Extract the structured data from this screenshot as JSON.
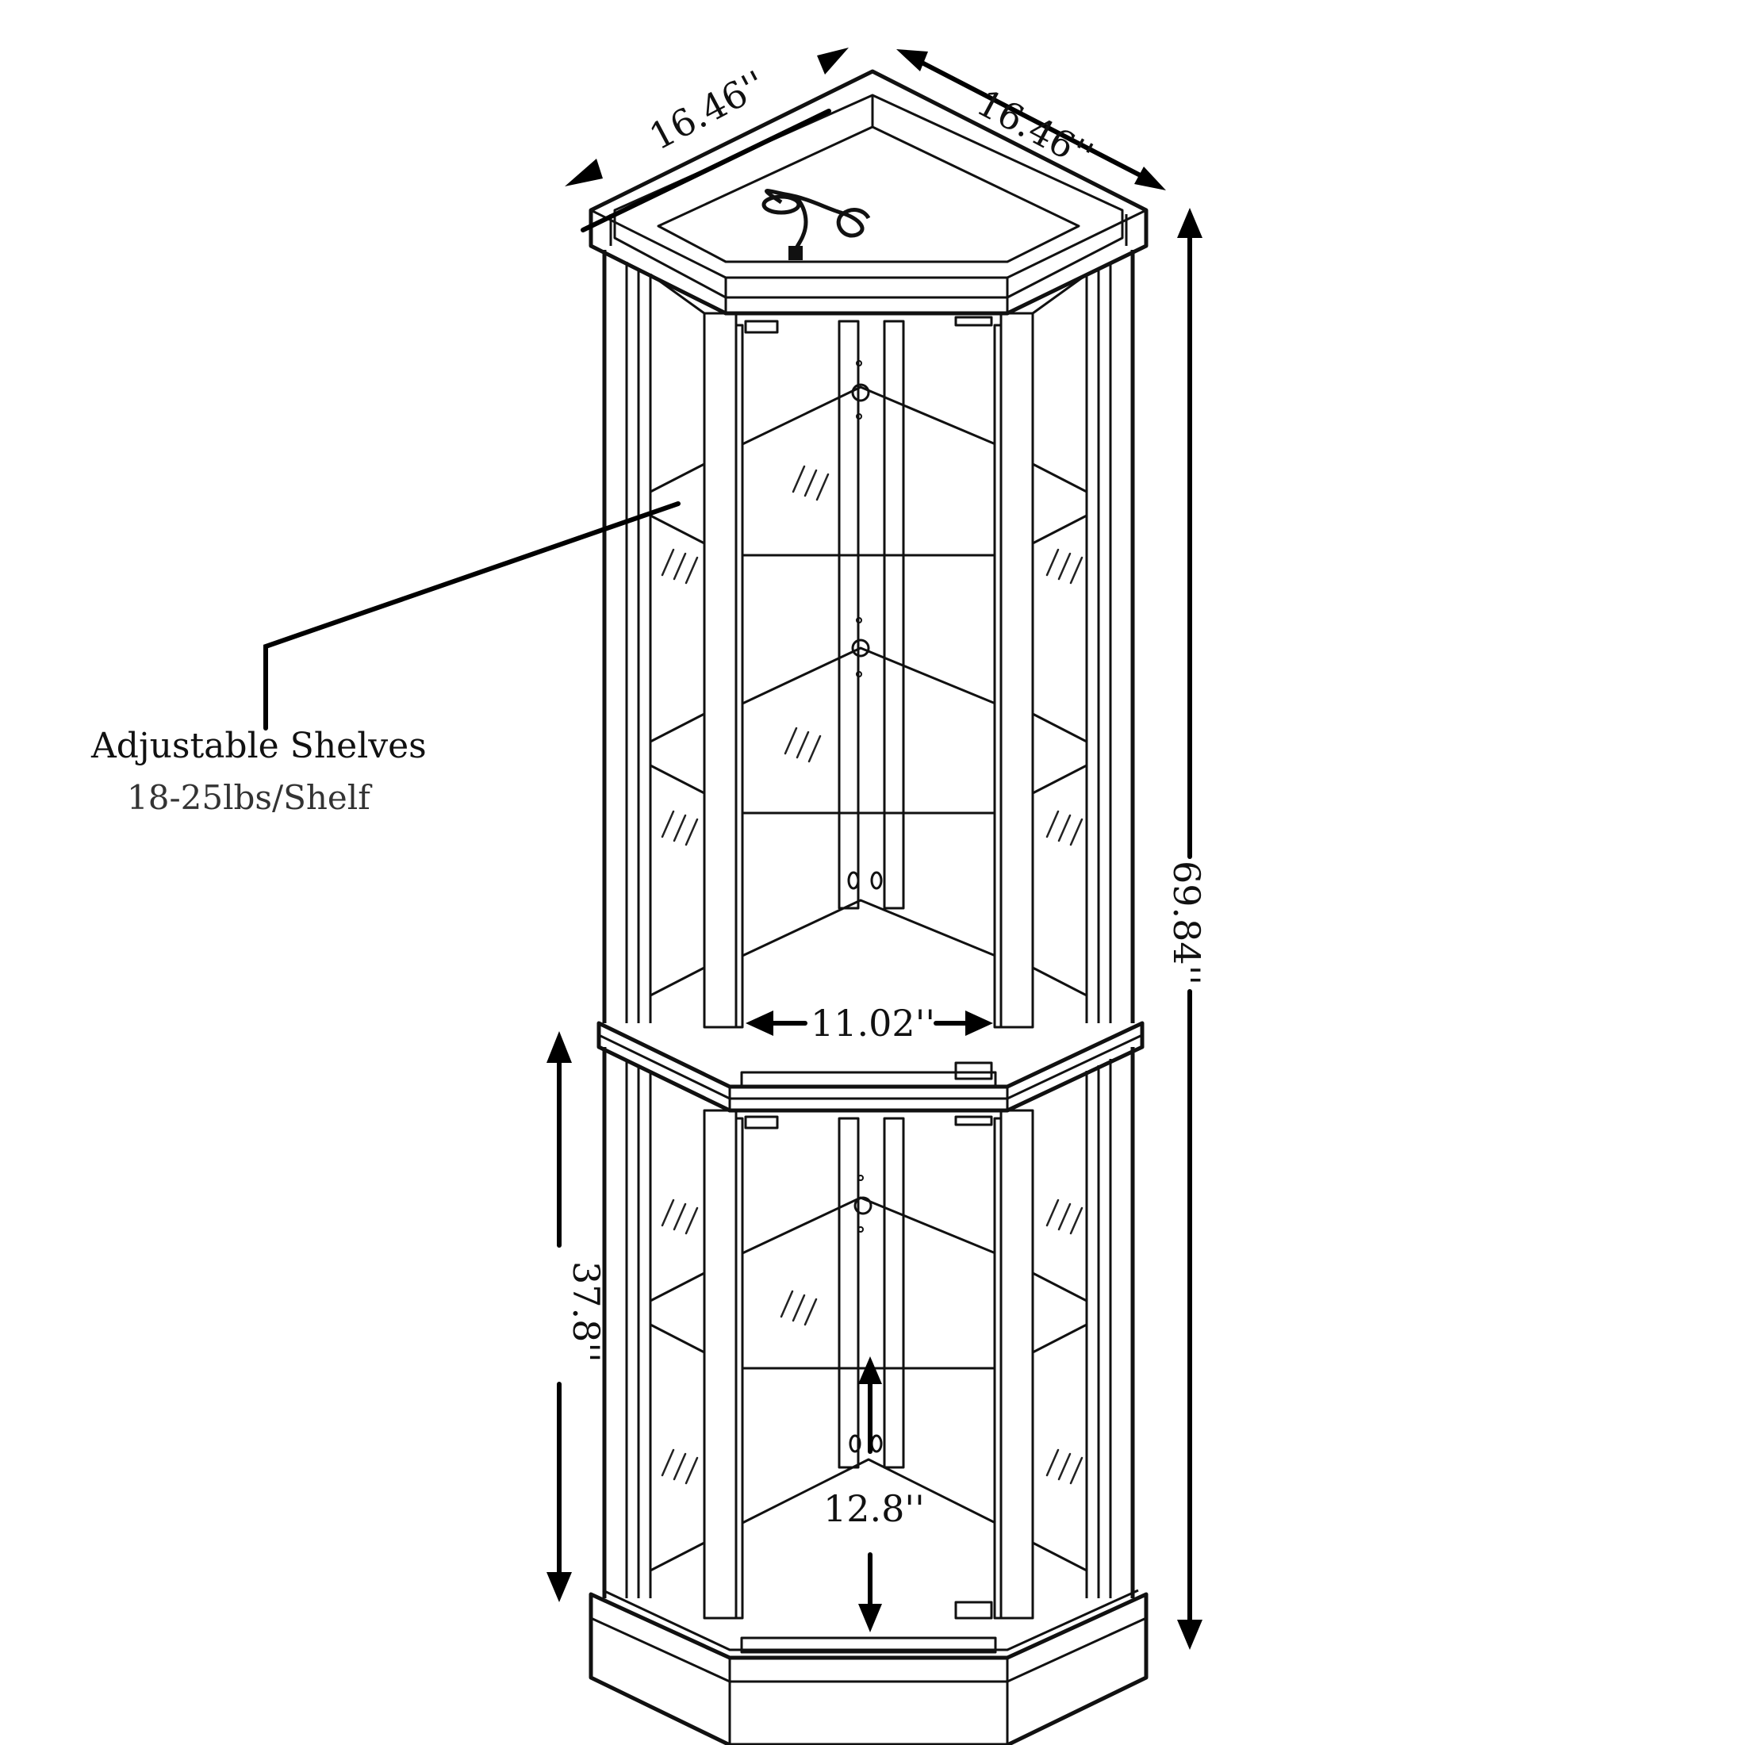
{
  "dimensions": {
    "top_left_depth": "16.46''",
    "top_right_depth": "16.46''",
    "total_height": "69.84''",
    "lower_height": "37.8''",
    "shelf_front_width": "11.02''",
    "bottom_shelf_depth": "12.8''"
  },
  "callout": {
    "title": "Adjustable Shelves",
    "subtitle": "18-25lbs/Shelf"
  },
  "colors": {
    "ink": "#111111",
    "background": "#ffffff"
  }
}
